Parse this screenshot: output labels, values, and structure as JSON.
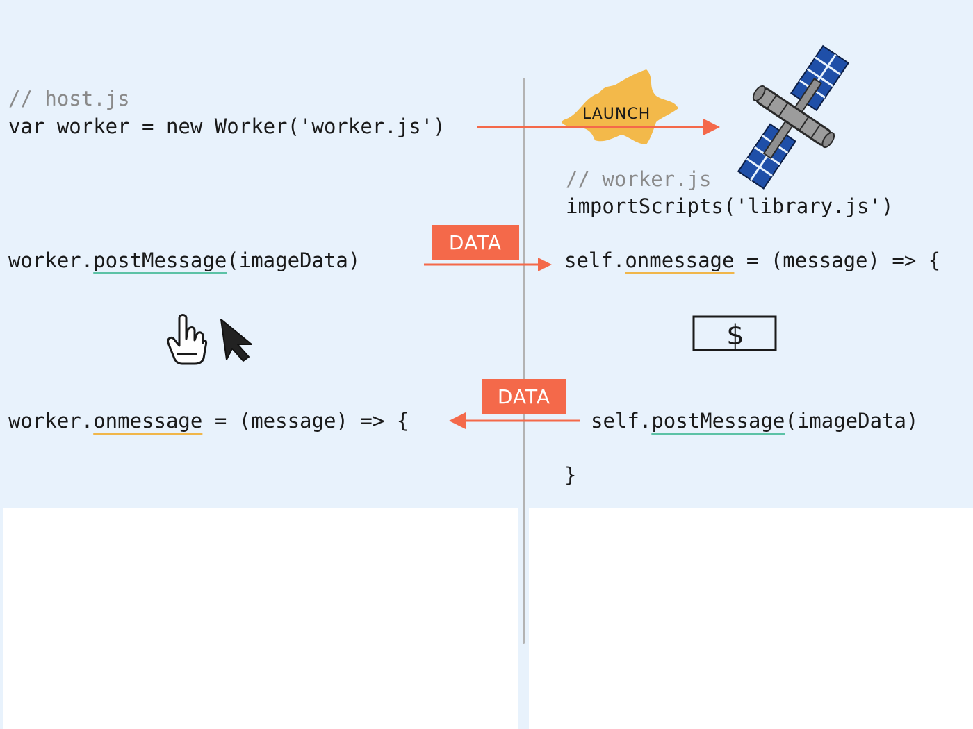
{
  "host": {
    "comment": "// host.js",
    "line_new_worker": "var worker = new Worker('worker.js')",
    "post_prefix": "worker.",
    "post_method": "postMessage",
    "post_suffix": "(imageData)",
    "on_prefix": "worker.",
    "on_method": "onmessage",
    "on_suffix": " = (message) => {"
  },
  "worker": {
    "comment": "// worker.js",
    "import_line": "importScripts('library.js')",
    "on_prefix": "self.",
    "on_method": "onmessage",
    "on_suffix": " = (message) => {",
    "post_prefix": "self.",
    "post_method": "postMessage",
    "post_suffix": "(imageData)",
    "close_brace": "}"
  },
  "labels": {
    "launch": "LAUNCH",
    "data_top": "DATA",
    "data_bottom": "DATA",
    "dollar": "$"
  },
  "colors": {
    "arrow": "#f4694a",
    "underline_green": "#5cc2a6",
    "underline_yellow": "#f0b64a",
    "splat": "#f3b94a",
    "panel": "#1f4fa8"
  },
  "icons": [
    "pointing-hand-icon",
    "cursor-arrow-icon",
    "satellite-icon",
    "dollar-bill-icon",
    "splat-icon"
  ]
}
